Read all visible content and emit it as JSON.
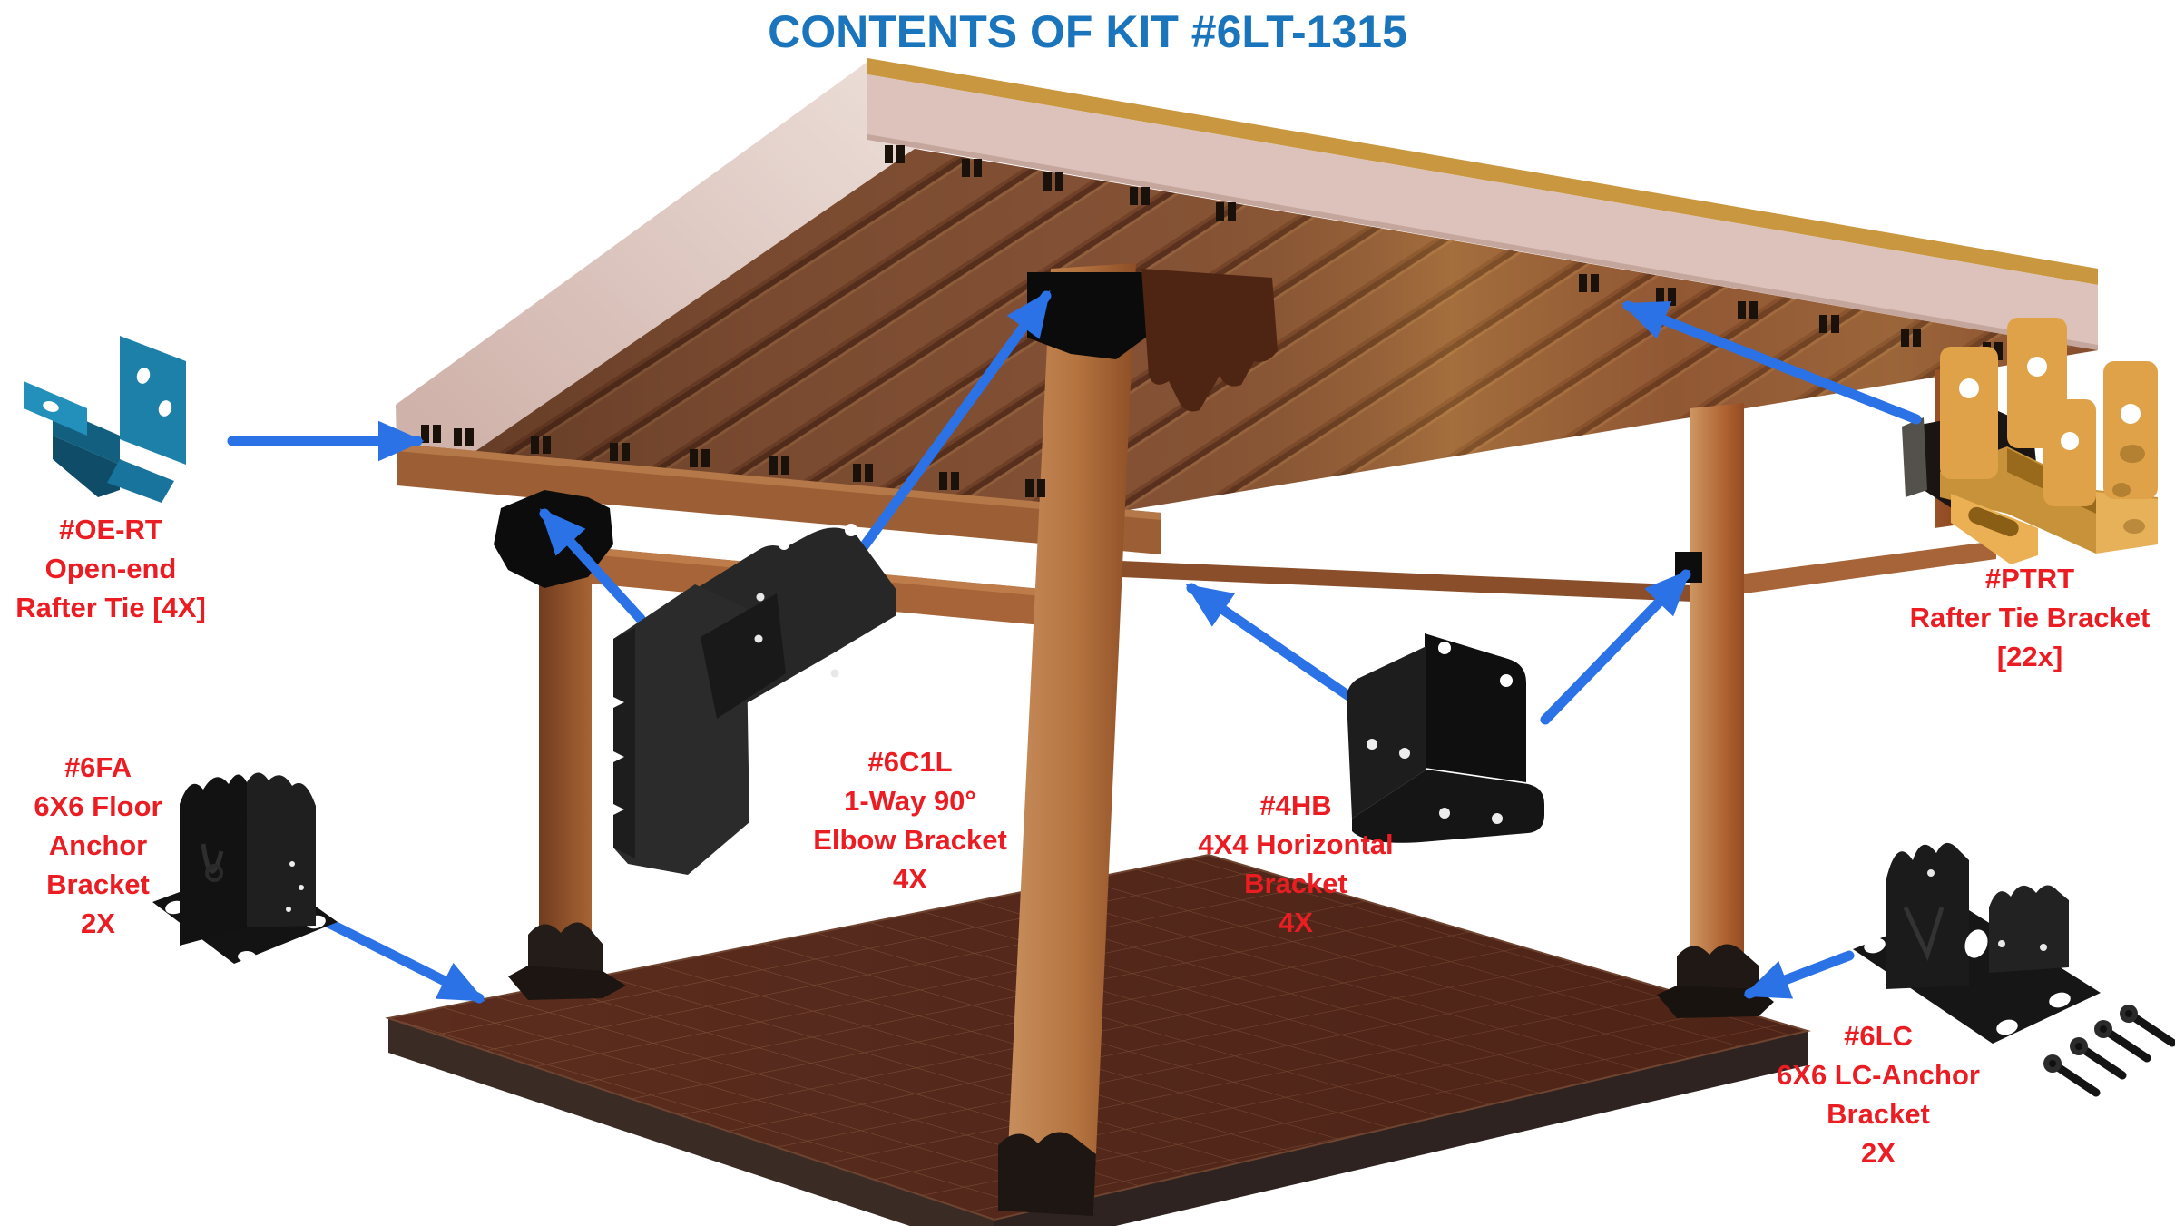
{
  "title": "CONTENTS OF KIT #6LT-1315",
  "colors": {
    "title_blue": "#1B75BC",
    "label_red": "#EB1D23",
    "arrow_blue": "#2B72E6",
    "teal": "#1C80A8",
    "orange": "#E0A248"
  },
  "parts": {
    "oe_rt": {
      "part_number": "#OE-RT",
      "quantity": "4X",
      "lines": [
        "#OE-RT",
        "Open-end",
        "Rafter Tie [4X]"
      ],
      "icon": "teal-open-end-rafter-tie-bracket-icon"
    },
    "fa6": {
      "part_number": "#6FA",
      "quantity": "2X",
      "lines": [
        "#6FA",
        "6X6 Floor",
        "Anchor",
        "Bracket",
        "2X"
      ],
      "icon": "black-floor-anchor-bracket-icon"
    },
    "c1l6": {
      "part_number": "#6C1L",
      "quantity": "4X",
      "lines": [
        "#6C1L",
        "1-Way 90°",
        "Elbow Bracket",
        "4X"
      ],
      "icon": "black-elbow-bracket-icon"
    },
    "hb4": {
      "part_number": "#4HB",
      "quantity": "4X",
      "lines": [
        "#4HB",
        "4X4 Horizontal",
        "Bracket",
        "4X"
      ],
      "icon": "black-horizontal-bracket-icon"
    },
    "ptrt": {
      "part_number": "#PTRT",
      "quantity": "22x",
      "lines": [
        "#PTRT",
        "Rafter Tie Bracket",
        "[22x]"
      ],
      "icon": "orange-rafter-tie-bracket-icon"
    },
    "lc6": {
      "part_number": "#6LC",
      "quantity": "2X",
      "lines": [
        "#6LC",
        "6X6 LC-Anchor",
        "Bracket",
        "2X"
      ],
      "icon": "black-lc-anchor-bracket-icon"
    }
  },
  "illustration": {
    "description": "3D rendering of a wood pergola kit: slanted slatted roof with pink-white fascia and gold top edge, four wood posts, horizontal beams, black connector brackets and a dark brown tiled base platform; blue arrows point from each kit part to its installed location"
  }
}
